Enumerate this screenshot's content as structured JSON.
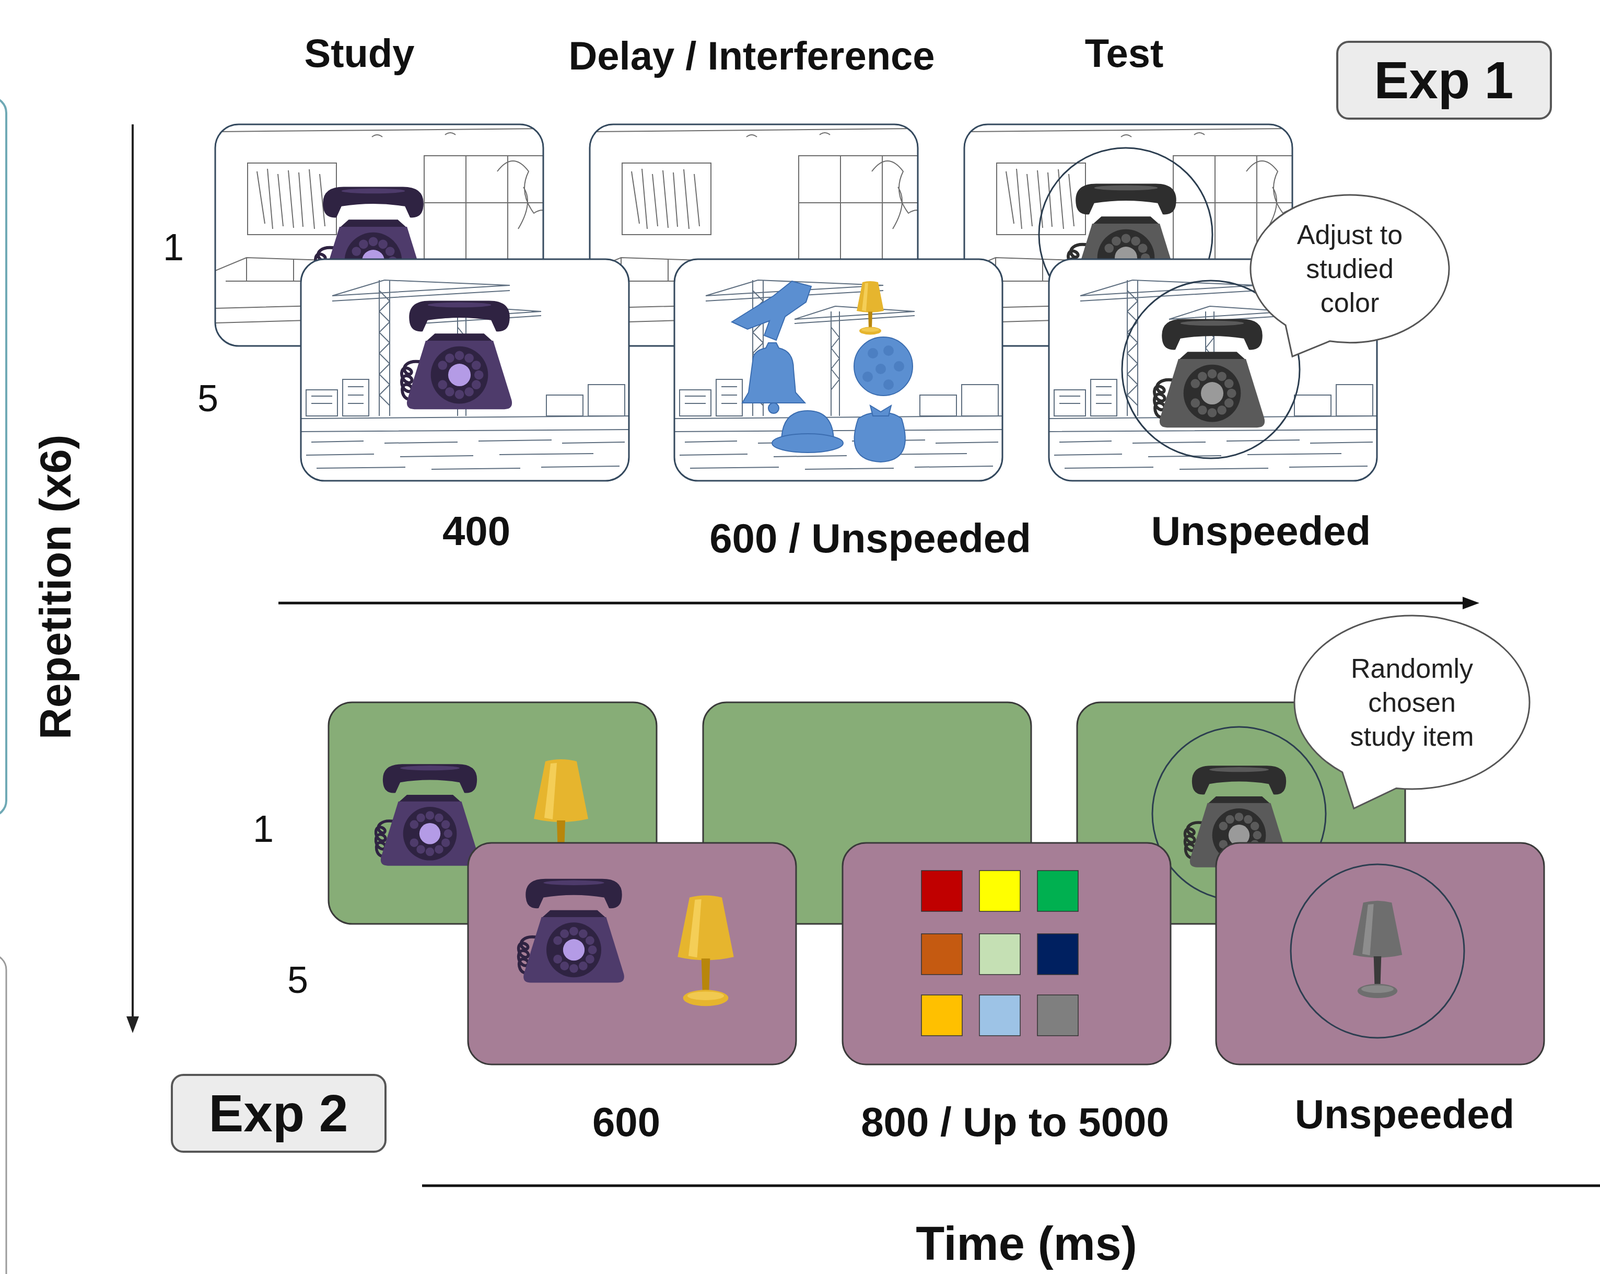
{
  "diagram": {
    "nodes": [
      {
        "text": [
          "Exp 1"
        ]
      },
      {
        "text": [
          "Adjust to studied color"
        ]
      },
      {
        "text": [
          "Randomly chosen study item"
        ]
      },
      {
        "text": [
          "Exp 2"
        ]
      }
    ],
    "labels": [
      "Study",
      "Delay / Interference",
      "Test",
      "1",
      "5",
      "400",
      "600 / Unspeeded",
      "Unspeeded",
      "Repetition (x6)",
      "1",
      "5",
      "600",
      "800 / Up to 5000",
      "Unspeeded",
      "Time (ms)"
    ]
  }
}
